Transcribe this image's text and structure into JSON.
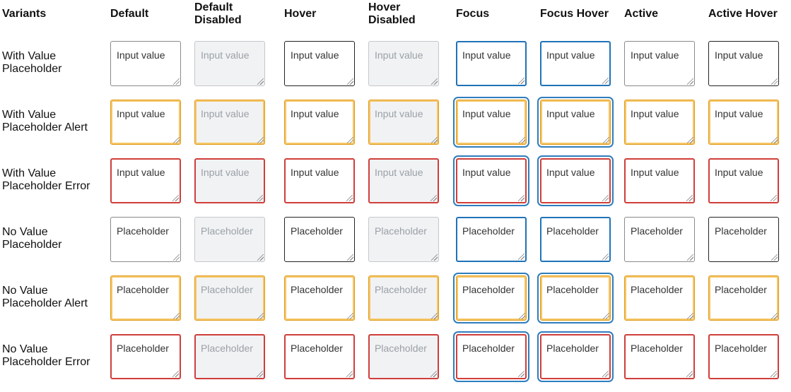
{
  "headers": {
    "variants": "Variants",
    "default": "Default",
    "default_disabled": "Default Disabled",
    "hover": "Hover",
    "hover_disabled": "Hover Disabled",
    "focus": "Focus",
    "focus_hover": "Focus Hover",
    "active": "Active",
    "active_hover": "Active Hover"
  },
  "rows": [
    {
      "label": "With Value Placeholder",
      "text": "Input value"
    },
    {
      "label": "With Value Placeholder Alert",
      "text": "Input value"
    },
    {
      "label": "With Value Placeholder Error",
      "text": "Input value"
    },
    {
      "label": "No Value Placeholder",
      "text": "Placeholder"
    },
    {
      "label": "No Value Placeholder Alert",
      "text": "Placeholder"
    },
    {
      "label": "No Value Placeholder Error",
      "text": "Placeholder"
    }
  ],
  "colors": {
    "focus_border": "#1f72b8",
    "alert_border": "#e09b1c",
    "error_border": "#cf3e3a",
    "disabled_bg": "#f1f2f4"
  }
}
